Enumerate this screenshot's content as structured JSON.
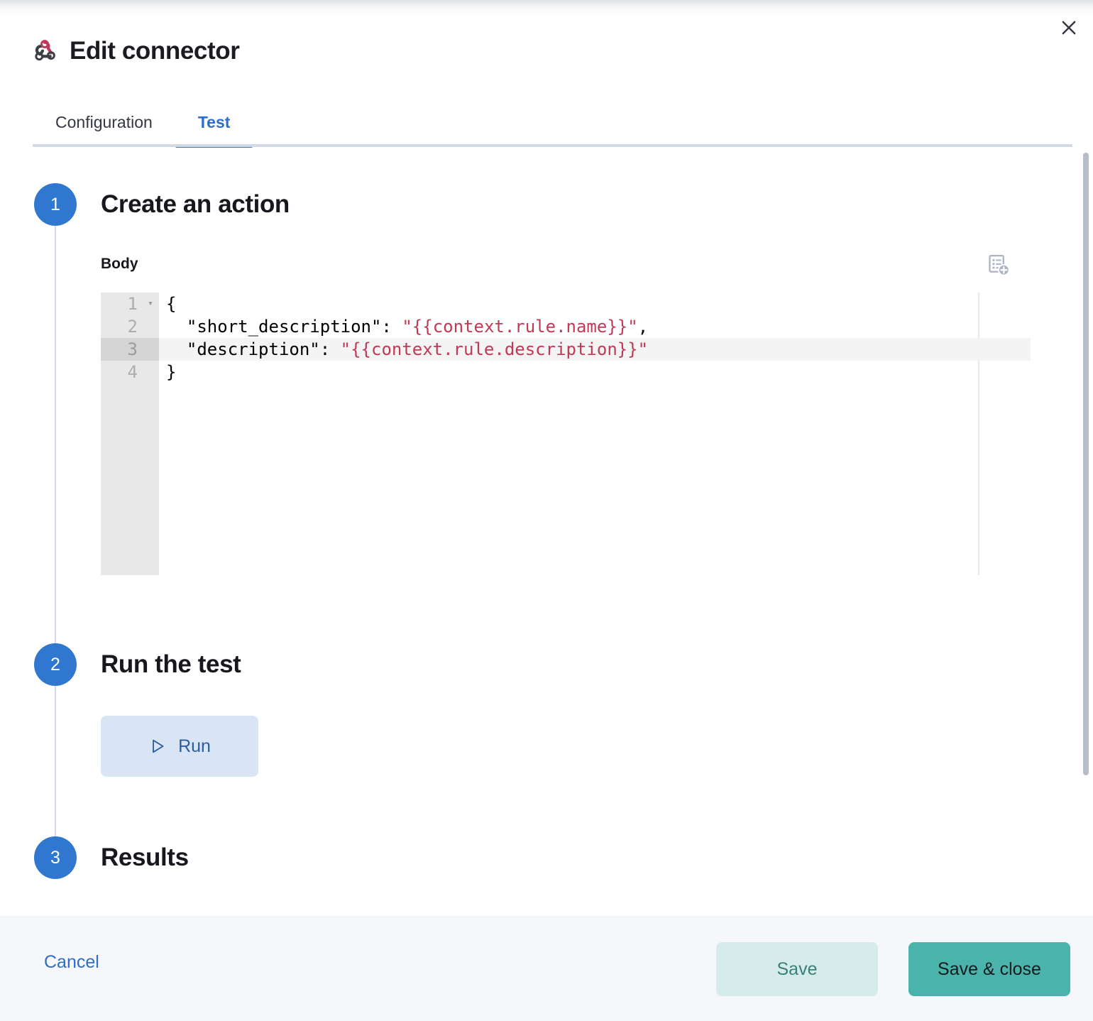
{
  "window": {
    "title": "Edit connector",
    "logo_icon": "webhook-icon",
    "close_icon": "close-icon"
  },
  "tabs": [
    {
      "id": "configuration",
      "label": "Configuration",
      "active": false
    },
    {
      "id": "test",
      "label": "Test",
      "active": true
    }
  ],
  "steps": [
    {
      "number": "1",
      "title": "Create an action"
    },
    {
      "number": "2",
      "title": "Run the test"
    },
    {
      "number": "3",
      "title": "Results"
    }
  ],
  "body_field": {
    "label": "Body",
    "add_variable_icon": "add-variable-icon",
    "active_line": 3,
    "lines": [
      {
        "number": "1",
        "foldable": true,
        "segments": [
          {
            "text": "{",
            "type": "plain"
          }
        ]
      },
      {
        "number": "2",
        "foldable": false,
        "segments": [
          {
            "text": "  \"short_description\": ",
            "type": "plain"
          },
          {
            "text": "\"{{context.rule.name}}\"",
            "type": "string"
          },
          {
            "text": ",",
            "type": "plain"
          }
        ]
      },
      {
        "number": "3",
        "foldable": false,
        "segments": [
          {
            "text": "  \"description\": ",
            "type": "plain"
          },
          {
            "text": "\"{{context.rule.description}}\"",
            "type": "string"
          }
        ]
      },
      {
        "number": "4",
        "foldable": false,
        "segments": [
          {
            "text": "}",
            "type": "plain"
          }
        ]
      }
    ]
  },
  "run_button": {
    "label": "Run",
    "icon": "play-icon"
  },
  "footer": {
    "cancel_label": "Cancel",
    "save_label": "Save",
    "save_close_label": "Save & close"
  },
  "colors": {
    "accent_blue": "#2f77cf",
    "tab_active": "#3a75cd",
    "string_red": "#c03955",
    "teal_primary": "#49b3ac",
    "teal_light": "#d5ecea",
    "run_bg": "#d9e4f5",
    "webhook_pink": "#c0395c",
    "webhook_gray": "#3c3f45"
  },
  "scrollbar": {
    "visible": true
  }
}
